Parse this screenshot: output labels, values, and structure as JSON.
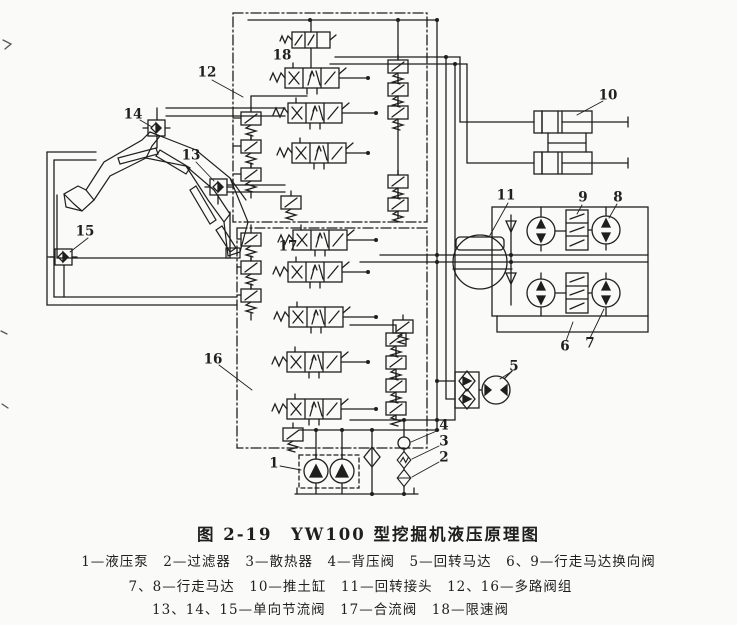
{
  "colors": {
    "ink": "#1f1f1f",
    "paper": "#fafaf8"
  },
  "figure": {
    "caption": "图 2-19　YW100 型挖掘机液压原理图",
    "legend_lines": [
      "1—液压泵　2—过滤器　3—散热器　4—背压阀　5—回转马达　6、9—行走马达换向阀",
      "7、8—行走马达　10—推土缸　11—回转接头　12、16—多路阀组",
      "13、14、15—单向节流阀　17—合流阀　18—限速阀"
    ]
  },
  "callouts": {
    "n1": "1",
    "n2": "2",
    "n3": "3",
    "n4": "4",
    "n5": "5",
    "n6": "6",
    "n7": "7",
    "n8": "8",
    "n9": "9",
    "n10": "10",
    "n11": "11",
    "n12": "12",
    "n13": "13",
    "n14": "14",
    "n15": "15",
    "n16": "16",
    "n17": "17",
    "n18": "18"
  }
}
